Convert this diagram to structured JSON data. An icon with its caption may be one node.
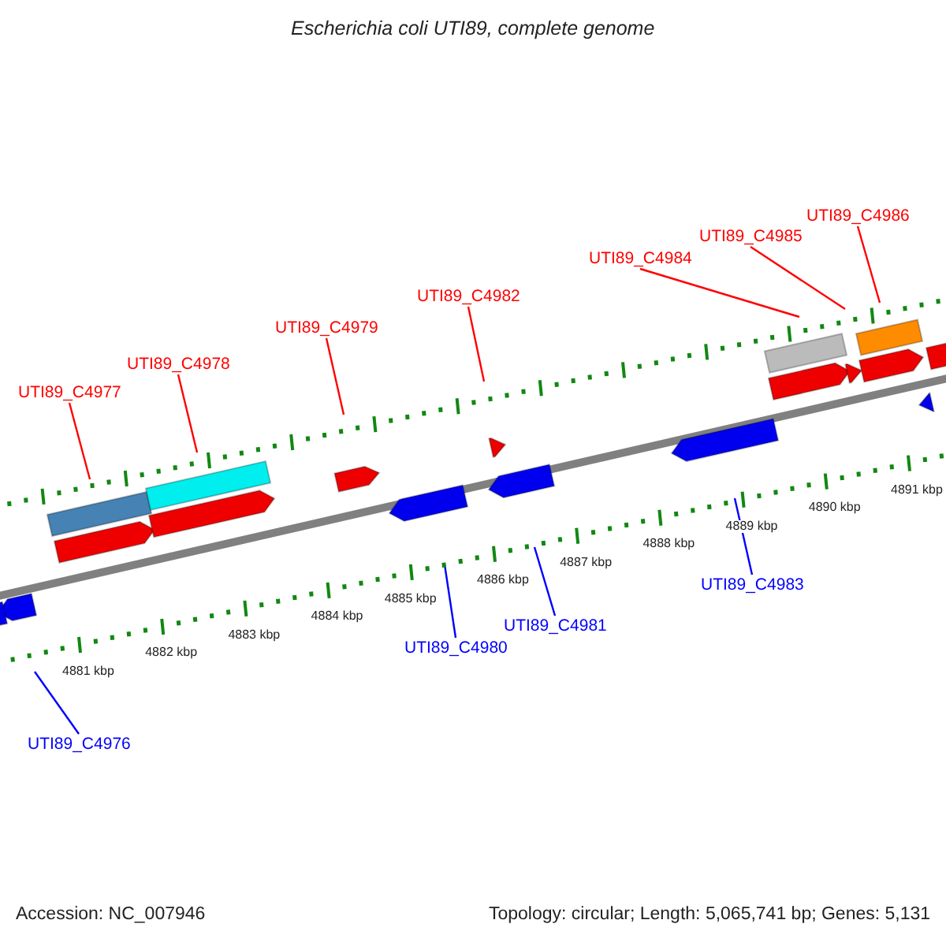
{
  "diagram": {
    "title": "Escherichia coli UTI89, complete genome",
    "nodes": [
      {
        "text": [
          "UTI89_C4977"
        ]
      },
      {
        "text": [
          "UTI89_C4978"
        ]
      },
      {
        "text": [
          "UTI89_C4979"
        ]
      },
      {
        "text": [
          "UTI89_C4982"
        ]
      },
      {
        "text": [
          "UTI89_C4984"
        ]
      },
      {
        "text": [
          "UTI89_C4985"
        ]
      },
      {
        "text": [
          "UTI89_C4986"
        ]
      },
      {
        "text": [
          "UTI89_C4976"
        ]
      },
      {
        "text": [
          "UTI89_C4980"
        ]
      },
      {
        "text": [
          "UTI89_C4981"
        ]
      },
      {
        "text": [
          "UTI89_C4983"
        ]
      }
    ],
    "edges": [
      {
        "from": 0,
        "to": null,
        "arrow": "none"
      },
      {
        "from": 1,
        "to": null,
        "arrow": "none"
      },
      {
        "from": 2,
        "to": null,
        "arrow": "none"
      },
      {
        "from": 3,
        "to": null,
        "arrow": "none"
      },
      {
        "from": 4,
        "to": null,
        "arrow": "none"
      },
      {
        "from": 5,
        "to": null,
        "arrow": "none"
      },
      {
        "from": 6,
        "to": null,
        "arrow": "none"
      },
      {
        "from": 7,
        "to": null,
        "arrow": "none",
        "color": "#0000ff"
      },
      {
        "from": 8,
        "to": null,
        "arrow": "none",
        "color": "#0000ff"
      },
      {
        "from": 9,
        "to": null,
        "arrow": "none",
        "color": "#0000ff"
      },
      {
        "from": 10,
        "to": null,
        "arrow": "none",
        "color": "#0000ff"
      }
    ],
    "labels": [
      "4881 kbp",
      "4882 kbp",
      "4883 kbp",
      "4884 kbp",
      "4885 kbp",
      "4886 kbp",
      "4887 kbp",
      "4888 kbp",
      "4889 kbp",
      "4890 kbp",
      "4891 kbp",
      "Accession: NC_007946",
      "Topology: circular; Length: 5,065,741 bp; Genes: 5,131"
    ]
  }
}
